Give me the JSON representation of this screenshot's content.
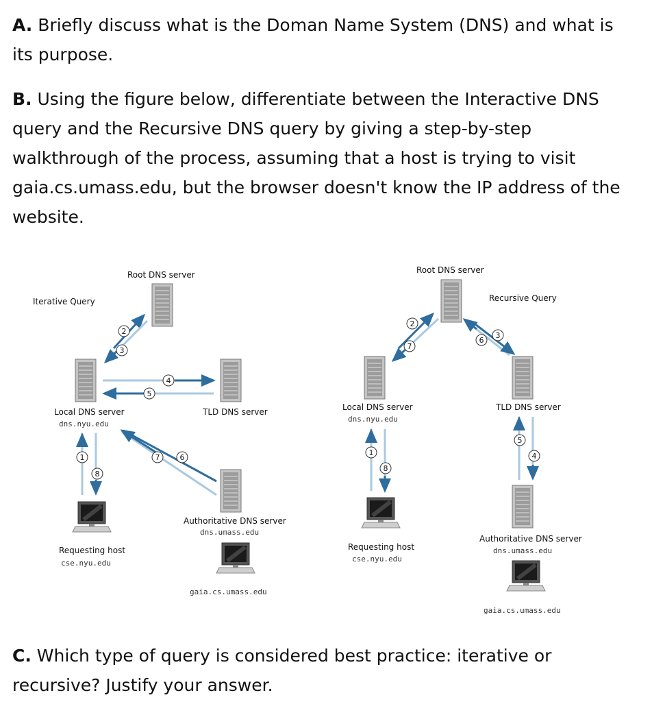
{
  "question_a": {
    "letter": "A.",
    "text": " Briefly discuss what is the Doman Name System (DNS) and what is its purpose."
  },
  "question_b": {
    "letter": "B.",
    "text": " Using the figure below, differentiate between the Interactive DNS query and the Recursive DNS query by giving a step-by-step walkthrough of the process, assuming that a host is trying to visit gaia.cs.umass.edu, but the browser doesn't know the IP address of the website."
  },
  "question_c": {
    "letter": "C.",
    "text": " Which type of query is considered best practice: iterative or recursive? Justify your answer."
  },
  "figure": {
    "iterative": {
      "title": "Iterative Query",
      "root": "Root DNS server",
      "local": "Local DNS server",
      "local_host": "dns.nyu.edu",
      "tld": "TLD DNS server",
      "auth": "Authoritative DNS server",
      "auth_host": "dns.umass.edu",
      "requesting": "Requesting host",
      "requesting_host": "cse.nyu.edu",
      "target": "gaia.cs.umass.edu",
      "steps": [
        "1",
        "2",
        "3",
        "4",
        "5",
        "6",
        "7",
        "8"
      ]
    },
    "recursive": {
      "title": "Recursive Query",
      "root": "Root DNS server",
      "local": "Local DNS server",
      "local_host": "dns.nyu.edu",
      "tld": "TLD DNS server",
      "auth": "Authoritative DNS server",
      "auth_host": "dns.umass.edu",
      "requesting": "Requesting host",
      "requesting_host": "cse.nyu.edu",
      "target": "gaia.cs.umass.edu",
      "steps": [
        "1",
        "2",
        "3",
        "4",
        "5",
        "6",
        "7",
        "8"
      ]
    },
    "colors": {
      "arrow_dark": "#2e6d9e",
      "arrow_light": "#a9c9e0",
      "server": "#b5b5b5"
    }
  }
}
